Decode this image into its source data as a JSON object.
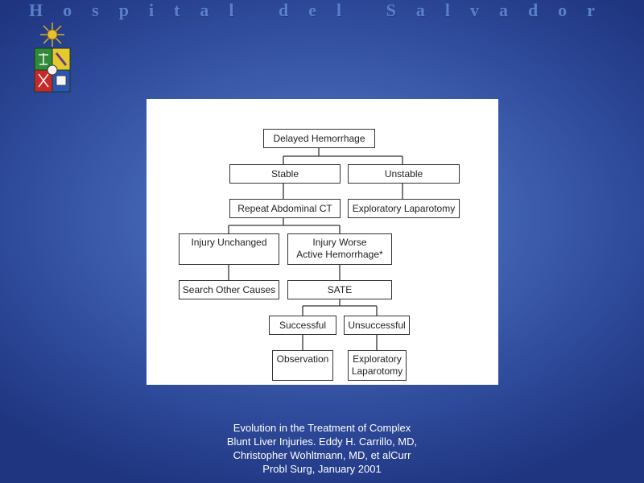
{
  "slide": {
    "header_title": "Hospital del Salvador",
    "crest_icon": "university-crest-icon",
    "background_color": "#4466b4"
  },
  "diagram": {
    "nodes": {
      "delayed_hemorrhage": "Delayed Hemorrhage",
      "stable": "Stable",
      "unstable": "Unstable",
      "repeat_ct": "Repeat Abdominal CT",
      "exploratory_laparotomy_1": "Exploratory Laparotomy",
      "injury_unchanged": "Injury Unchanged",
      "injury_worse": "Injury Worse\nActive Hemorrhage*",
      "search_other_causes": "Search Other Causes",
      "sate": "SATE",
      "successful": "Successful",
      "unsuccessful": "Unsuccessful",
      "observation": "Observation",
      "exploratory_laparotomy_2": "Exploratory\nLaparotomy"
    }
  },
  "citation": {
    "text": "Evolution in the Treatment of Complex Blunt Liver Injuries. Eddy H. Carrillo, MD, Christopher Wohltmann, MD,  et alCurr Probl Surg, January 2001"
  }
}
